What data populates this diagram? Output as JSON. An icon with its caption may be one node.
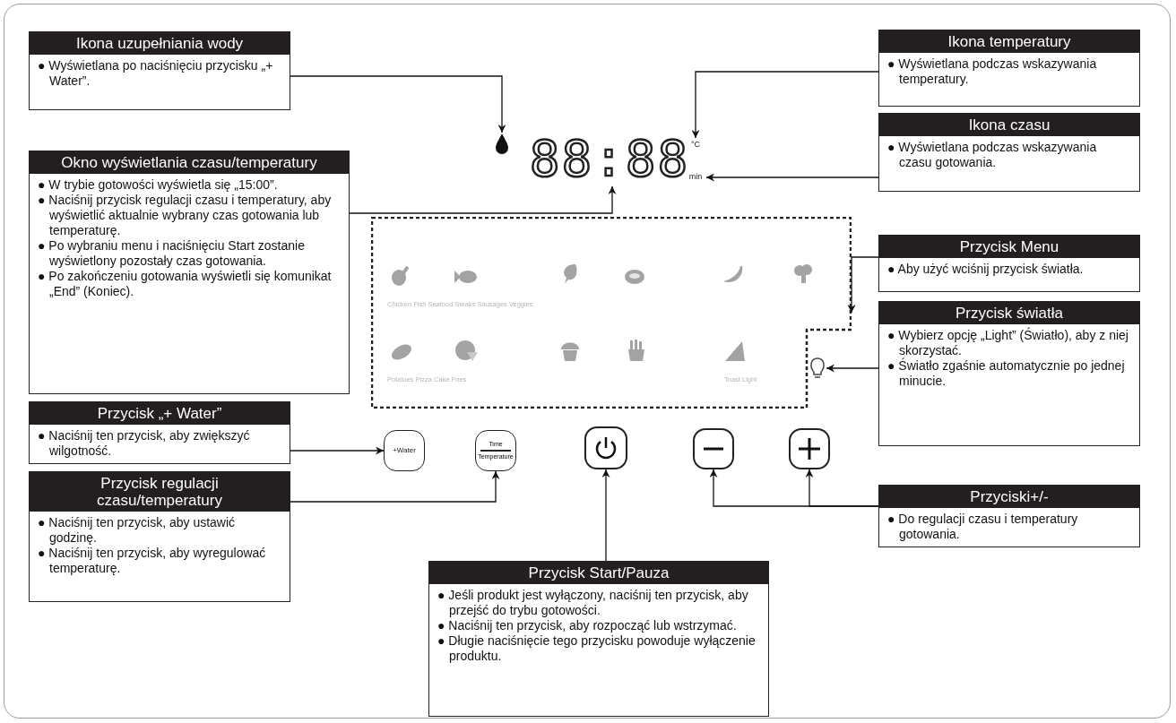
{
  "diagram": {
    "nodes": [
      {
        "text": [
          "Ikona uzupełniania wody",
          "● Wyświetlana po naciśnięciu przycisku „+ Water”."
        ]
      },
      {
        "text": [],
        "shape": "drop"
      },
      {
        "text": [
          "Ikona temperatury",
          "● Wyświetlana podczas wskazywania temperatury."
        ]
      },
      {
        "text": [
          "°C"
        ]
      },
      {
        "text": [
          "Ikona czasu",
          "● Wyświetlana podczas wskazywania czasu gotowania."
        ]
      },
      {
        "text": [
          "min"
        ]
      },
      {
        "text": [
          "Okno wyświetlania czasu/temperatury",
          "● W trybie gotowości wyświetla się „15:00”.",
          "● Naciśnij przycisk regulacji czasu i temperatury, aby wyświetlić aktualnie wybrany czas gotowania lub temperaturę.",
          "● Po wybraniu menu i naciśnięciu Start zostanie wyświetlony pozostały czas gotowania.",
          "● Po zakończeniu gotowania wyświetli się komunikat „End” (Koniec)."
        ]
      },
      {
        "text": [
          "88:88"
        ]
      },
      {
        "text": [
          "Przycisk Menu",
          "● Aby użyć wciśnij przycisk światła."
        ]
      },
      {
        "text": [
          "Chicken Fish Seafood Steaks Sausages Veggies",
          "Potatoes Pizza Cake Fries",
          "Toast Light"
        ]
      },
      {
        "text": [
          "Przycisk światła",
          "● Wybierz opcję „Light” (Światło), aby z niej skorzystać.",
          "● Światło zgaśnie automatycznie po jednej minucie."
        ]
      },
      {
        "text": [],
        "shape": "bulb"
      },
      {
        "text": [
          "Przycisk „+ Water”",
          "● Naciśnij ten przycisk, aby zwiększyć wilgotność."
        ]
      },
      {
        "text": [
          "+Water"
        ]
      },
      {
        "text": [
          "Time",
          "Temperature"
        ]
      },
      {
        "text": [],
        "shape": "box"
      },
      {
        "text": [],
        "shape": "box"
      },
      {
        "text": [],
        "shape": "box"
      },
      {
        "text": [
          "Przycisk regulacji czasu/temperatury",
          "● Naciśnij ten przycisk, aby ustawić godzinę.",
          "● Naciśnij ten przycisk, aby wyregulować temperaturę."
        ]
      },
      {
        "text": [
          "Przycisk Start/Pauza",
          "● Jeśli produkt jest wyłączony, naciśnij ten przycisk, aby przejść do trybu gotowości.",
          "● Naciśnij ten przycisk, aby rozpocząć lub wstrzymać.",
          "● Długie naciśnięcie tego przycisku powoduje wyłączenie produktu."
        ]
      },
      {
        "text": [
          "Przyciski+/-",
          "● Do regulacji czasu i temperatury gotowania."
        ]
      }
    ],
    "edges": [
      {
        "from": 0,
        "to": 1,
        "arrow": "to"
      },
      {
        "from": 2,
        "to": 3,
        "arrow": "to"
      },
      {
        "from": 4,
        "to": 5,
        "arrow": "to"
      },
      {
        "from": 6,
        "to": 7,
        "arrow": "to"
      },
      {
        "from": 8,
        "to": 9,
        "arrow": "to"
      },
      {
        "from": 10,
        "to": 11,
        "arrow": "to"
      },
      {
        "from": 12,
        "to": 13,
        "arrow": "to"
      },
      {
        "from": 18,
        "to": 14,
        "arrow": "to"
      },
      {
        "from": 19,
        "to": 15,
        "arrow": "to"
      },
      {
        "from": 20,
        "to": 16,
        "arrow": "to"
      },
      {
        "from": 20,
        "to": 17,
        "arrow": "to"
      }
    ]
  }
}
